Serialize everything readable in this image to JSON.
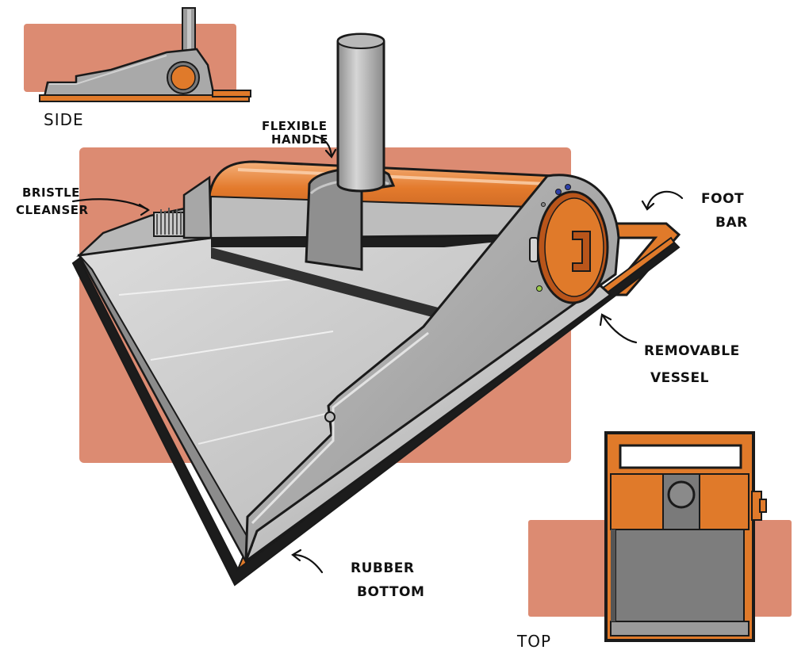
{
  "colors": {
    "accent_bg": "#dc8b72",
    "orange": "#e07a2a",
    "orange_dark": "#b9551a",
    "gray": "#a9a9a9",
    "gray_light": "#d9d9d9",
    "outline": "#1a1a1a"
  },
  "views": {
    "side": "SIDE",
    "top": "TOP"
  },
  "callouts": {
    "flexible_handle": [
      "FLEXIBLE",
      "HANDLE"
    ],
    "bristle_cleanser": [
      "BRISTLE",
      "CLEANSER"
    ],
    "foot_bar": [
      "FOOT",
      "BAR"
    ],
    "removable_vessel": [
      "REMOVABLE",
      "VESSEL"
    ],
    "rubber_bottom": [
      "RUBBER",
      "BOTTOM"
    ]
  }
}
